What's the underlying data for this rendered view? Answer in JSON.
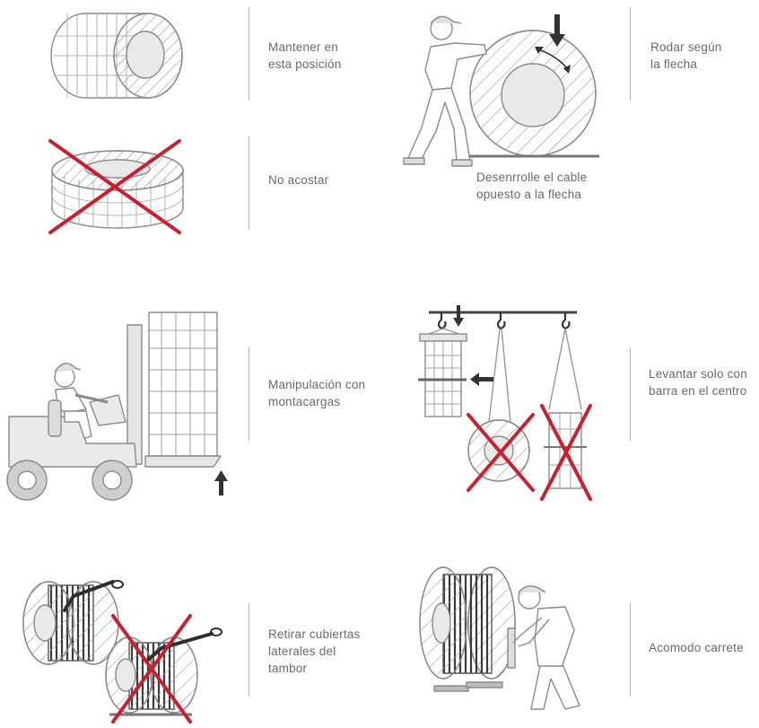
{
  "instructions": [
    {
      "id": "keep-position",
      "text": "Mantener en\nesta posición",
      "marked_wrong": false
    },
    {
      "id": "no-lay-flat",
      "text": "No acostar",
      "marked_wrong": true
    },
    {
      "id": "roll-arrow",
      "text": "Rodar según\nla flecha",
      "marked_wrong": false
    },
    {
      "id": "unroll-opposite",
      "text": "Desenrrolle el cable\nopuesto a la flecha",
      "marked_wrong": false
    },
    {
      "id": "forklift",
      "text": "Manipulación con\nmontacargas",
      "marked_wrong": false
    },
    {
      "id": "lift-center-bar",
      "text": "Levantar solo con\nbarra en el centro",
      "marked_wrong": false
    },
    {
      "id": "remove-covers",
      "text": "Retirar cubiertas\nlaterales del\ntambor",
      "marked_wrong": false
    },
    {
      "id": "arrange-reel",
      "text": "Acomodo carrete",
      "marked_wrong": false
    }
  ],
  "colors": {
    "line": "#8a8a8a",
    "light_fill": "#e6e6e6",
    "cross": "#c8202f",
    "arrow": "#333333",
    "cable": "#2e2e2e",
    "text": "#6a6a6a",
    "separator": "#b9b9b9"
  }
}
